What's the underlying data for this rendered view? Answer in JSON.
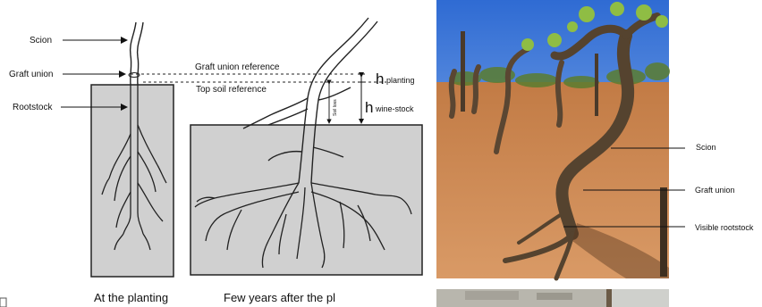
{
  "labels": {
    "scion_left": "Scion",
    "graft_union_left": "Graft union",
    "rootstock_left": "Rootstock",
    "graft_union_reference": "Graft union reference",
    "top_soil_reference": "Top soil reference",
    "h_planting_symbol": "h",
    "h_planting_subscript": "planting",
    "h_wine_stock_symbol": "h",
    "h_wine_stock_subscript": "wine-stock",
    "soil_loss": "Soil loss",
    "caption_planting": "At the planting",
    "caption_after": "Few years after the pl",
    "photo_scion": "Scion",
    "photo_graft_union": "Graft union",
    "photo_visible_rootstock": "Visible rootstock"
  },
  "colors": {
    "soil_gray": "#d0d0d0",
    "line": "#222222",
    "sky": "#3d78d8",
    "sky_light": "#8fb6ee",
    "earth": "#c9834a",
    "earth_dark": "#a8663a",
    "vine_trunk": "#5a4632",
    "leaf": "#7fae3a"
  }
}
